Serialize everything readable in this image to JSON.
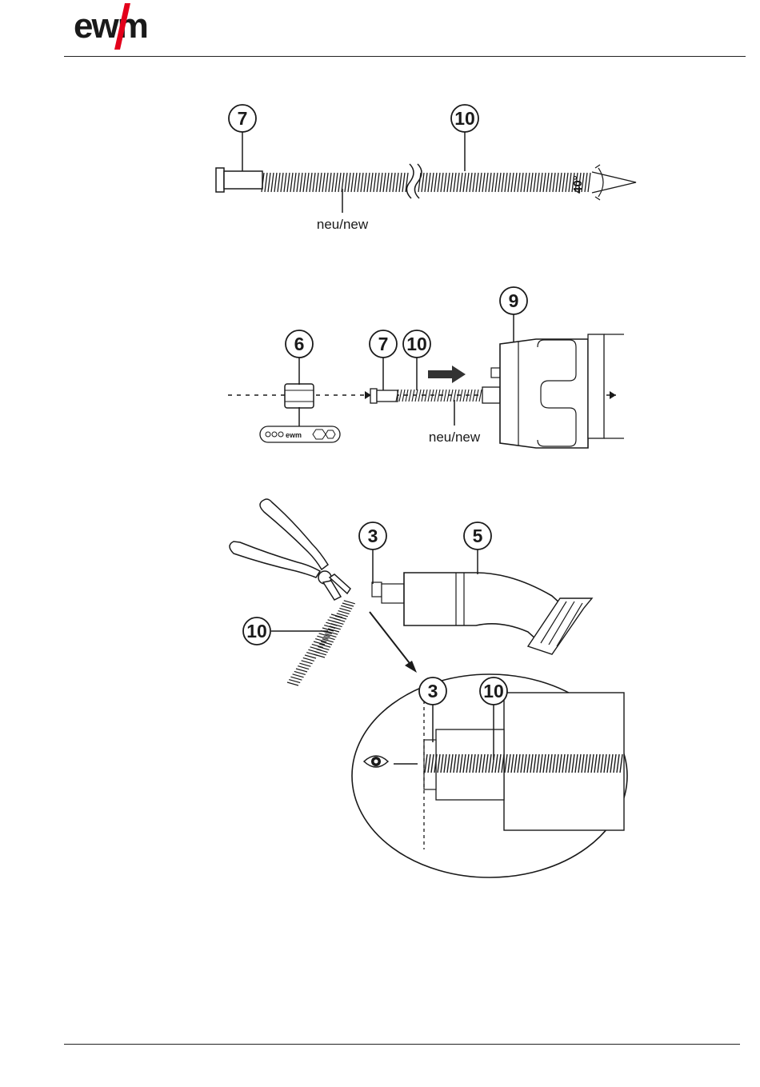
{
  "header": {
    "logo_text": "ewm",
    "logo_color": "#e3001b"
  },
  "figure1": {
    "callouts": [
      "7",
      "10"
    ],
    "label_new": "neu/new",
    "angle_label": "40°"
  },
  "figure2": {
    "callouts": [
      "6",
      "7",
      "10",
      "9"
    ],
    "label_new": "neu/new"
  },
  "figure3": {
    "callouts": [
      "3",
      "5",
      "10"
    ],
    "detail_callouts": [
      "3",
      "10"
    ]
  },
  "colors": {
    "ink": "#1a1a1a",
    "brand_red": "#e3001b",
    "part_fill": "#f3f3f3"
  }
}
